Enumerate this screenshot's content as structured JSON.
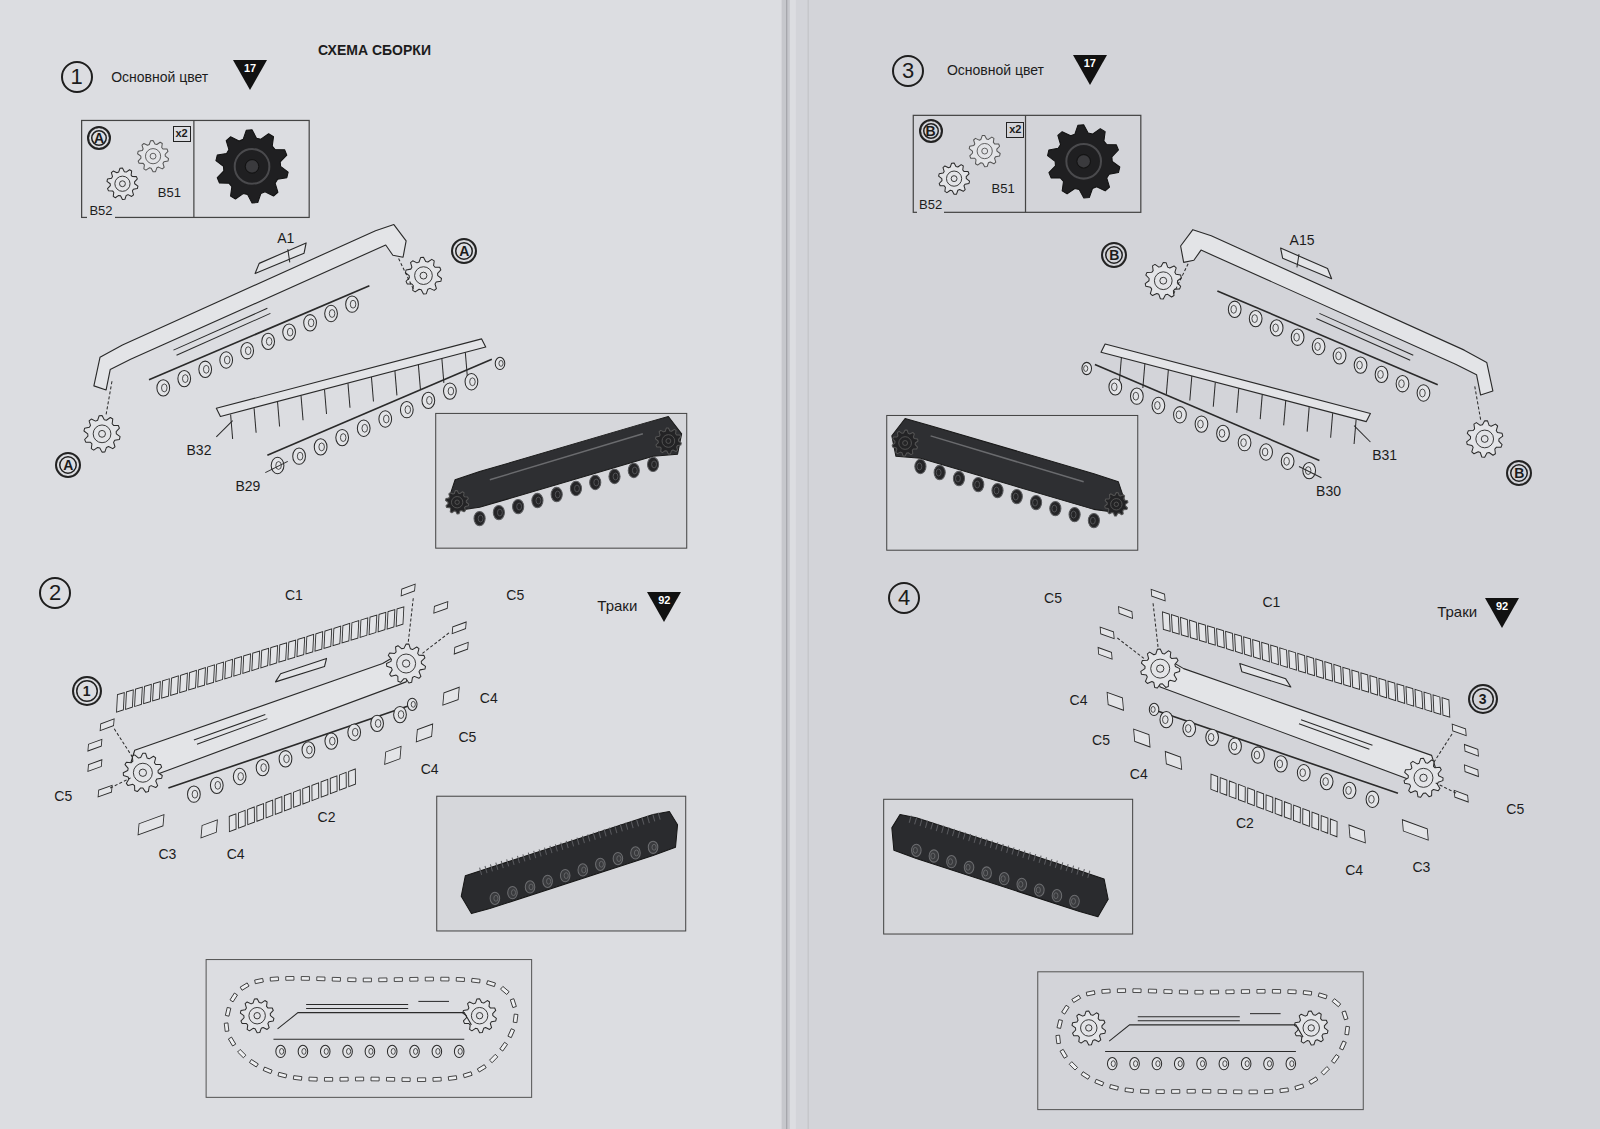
{
  "diagram": {
    "title": "СХЕМА СБОРКИ",
    "nodes": [
      {
        "text": [
          "1"
        ]
      },
      {
        "text": [
          "17"
        ]
      },
      {
        "text": [
          "A"
        ]
      },
      {
        "text": [
          "x2"
        ]
      },
      {
        "text": [
          "A"
        ]
      },
      {
        "text": [
          "A"
        ]
      },
      {
        "text": [
          "3"
        ]
      },
      {
        "text": [
          "17"
        ]
      },
      {
        "text": [
          "B"
        ]
      },
      {
        "text": [
          "x2"
        ]
      },
      {
        "text": [
          "B"
        ]
      },
      {
        "text": [
          "B"
        ]
      },
      {
        "text": [
          "2"
        ]
      },
      {
        "text": [
          "92"
        ]
      },
      {
        "text": [
          "1"
        ]
      },
      {
        "text": [
          "4"
        ]
      },
      {
        "text": [
          "92"
        ]
      },
      {
        "text": [
          "3"
        ]
      }
    ],
    "labels": [
      "Основной цвет",
      "B52",
      "B51",
      "A1",
      "B32",
      "B29",
      "Основной цвет",
      "B52",
      "B51",
      "A15",
      "B31",
      "B30",
      "C1",
      "C5",
      "Траки",
      "C4",
      "C5",
      "C4",
      "C5",
      "C2",
      "C3",
      "C4",
      "C5",
      "C1",
      "Траки",
      "C4",
      "C5",
      "C4",
      "C2",
      "C5",
      "C4",
      "C3"
    ]
  }
}
